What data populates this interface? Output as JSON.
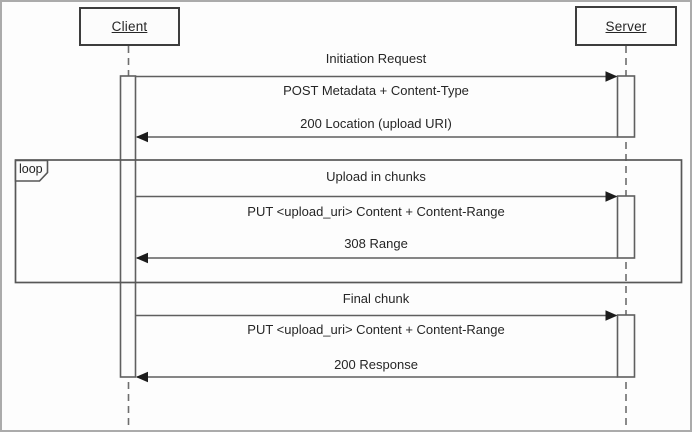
{
  "actors": {
    "client": {
      "label": "Client"
    },
    "server": {
      "label": "Server"
    }
  },
  "frame": {
    "operator": "loop"
  },
  "interactions": [
    {
      "label": "Initiation Request",
      "request": "POST Metadata + Content-Type",
      "response": "200 Location (upload URI)"
    },
    {
      "label": "Upload in chunks",
      "request": "PUT <upload_uri> Content + Content-Range",
      "response": "308 Range"
    },
    {
      "label": "Final chunk",
      "request": "PUT <upload_uri> Content + Content-Range",
      "response": "200 Response"
    }
  ],
  "colors": {
    "background": "#fdfdfd",
    "outer_border": "#ababab",
    "box_border": "#3d3d3d",
    "line": "#5f5f5f",
    "lifeline": "#6e6e6e",
    "arrowhead": "#1c1c1c",
    "text": "#262626"
  }
}
